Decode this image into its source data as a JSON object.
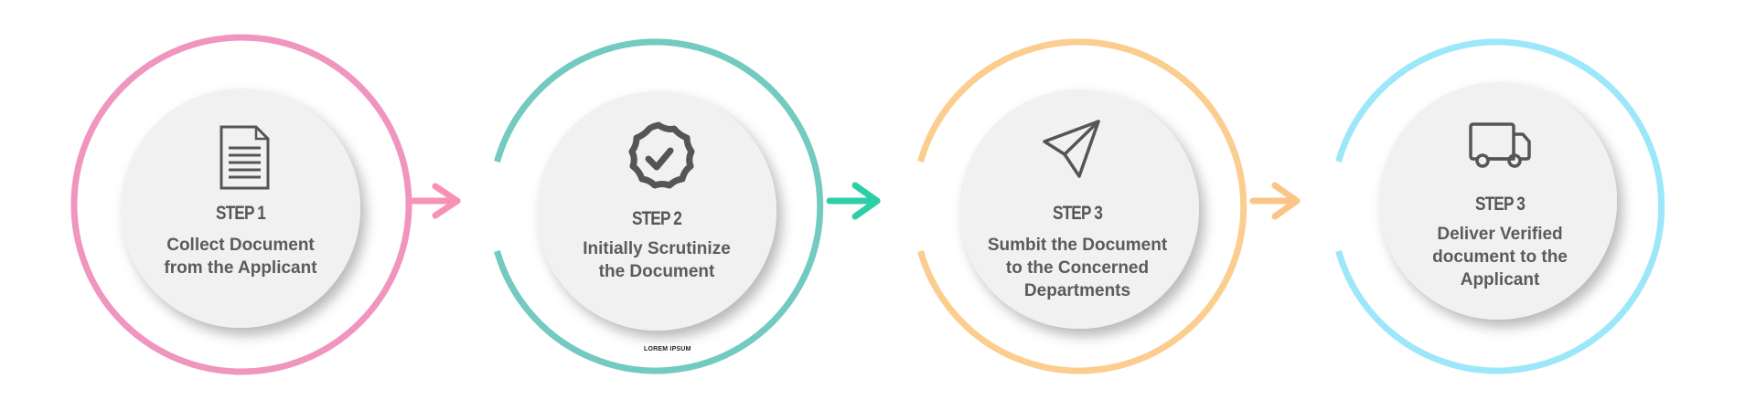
{
  "diagram": {
    "type": "process-flow",
    "steps": [
      {
        "label": "STEP 1",
        "description_lines": [
          "Collect Document",
          "from the Applicant"
        ],
        "icon": "document-icon",
        "ring_color": "#f095bf",
        "arrow_color": "#f792b6"
      },
      {
        "label": "STEP 2",
        "description_lines": [
          "Initially Scrutinize",
          "the Document"
        ],
        "icon": "verified-badge-icon",
        "ring_color": "#72cac0",
        "arrow_color": "#2ccfa7",
        "caption": "LOREM IPSUM"
      },
      {
        "label": "STEP 3",
        "description_lines": [
          "Sumbit the Document",
          "to the Concerned",
          "Departments"
        ],
        "icon": "paper-plane-icon",
        "ring_color": "#fbcd8e",
        "arrow_color": "#fbc587"
      },
      {
        "label": "STEP 3",
        "description_lines": [
          "Deliver Verified",
          "document to the",
          "Applicant"
        ],
        "icon": "truck-icon",
        "ring_color": "#9ce7f9"
      }
    ],
    "colors": {
      "inner_circle": "#f1f1f1",
      "icon_stroke": "#555557",
      "text": "#555557"
    }
  }
}
